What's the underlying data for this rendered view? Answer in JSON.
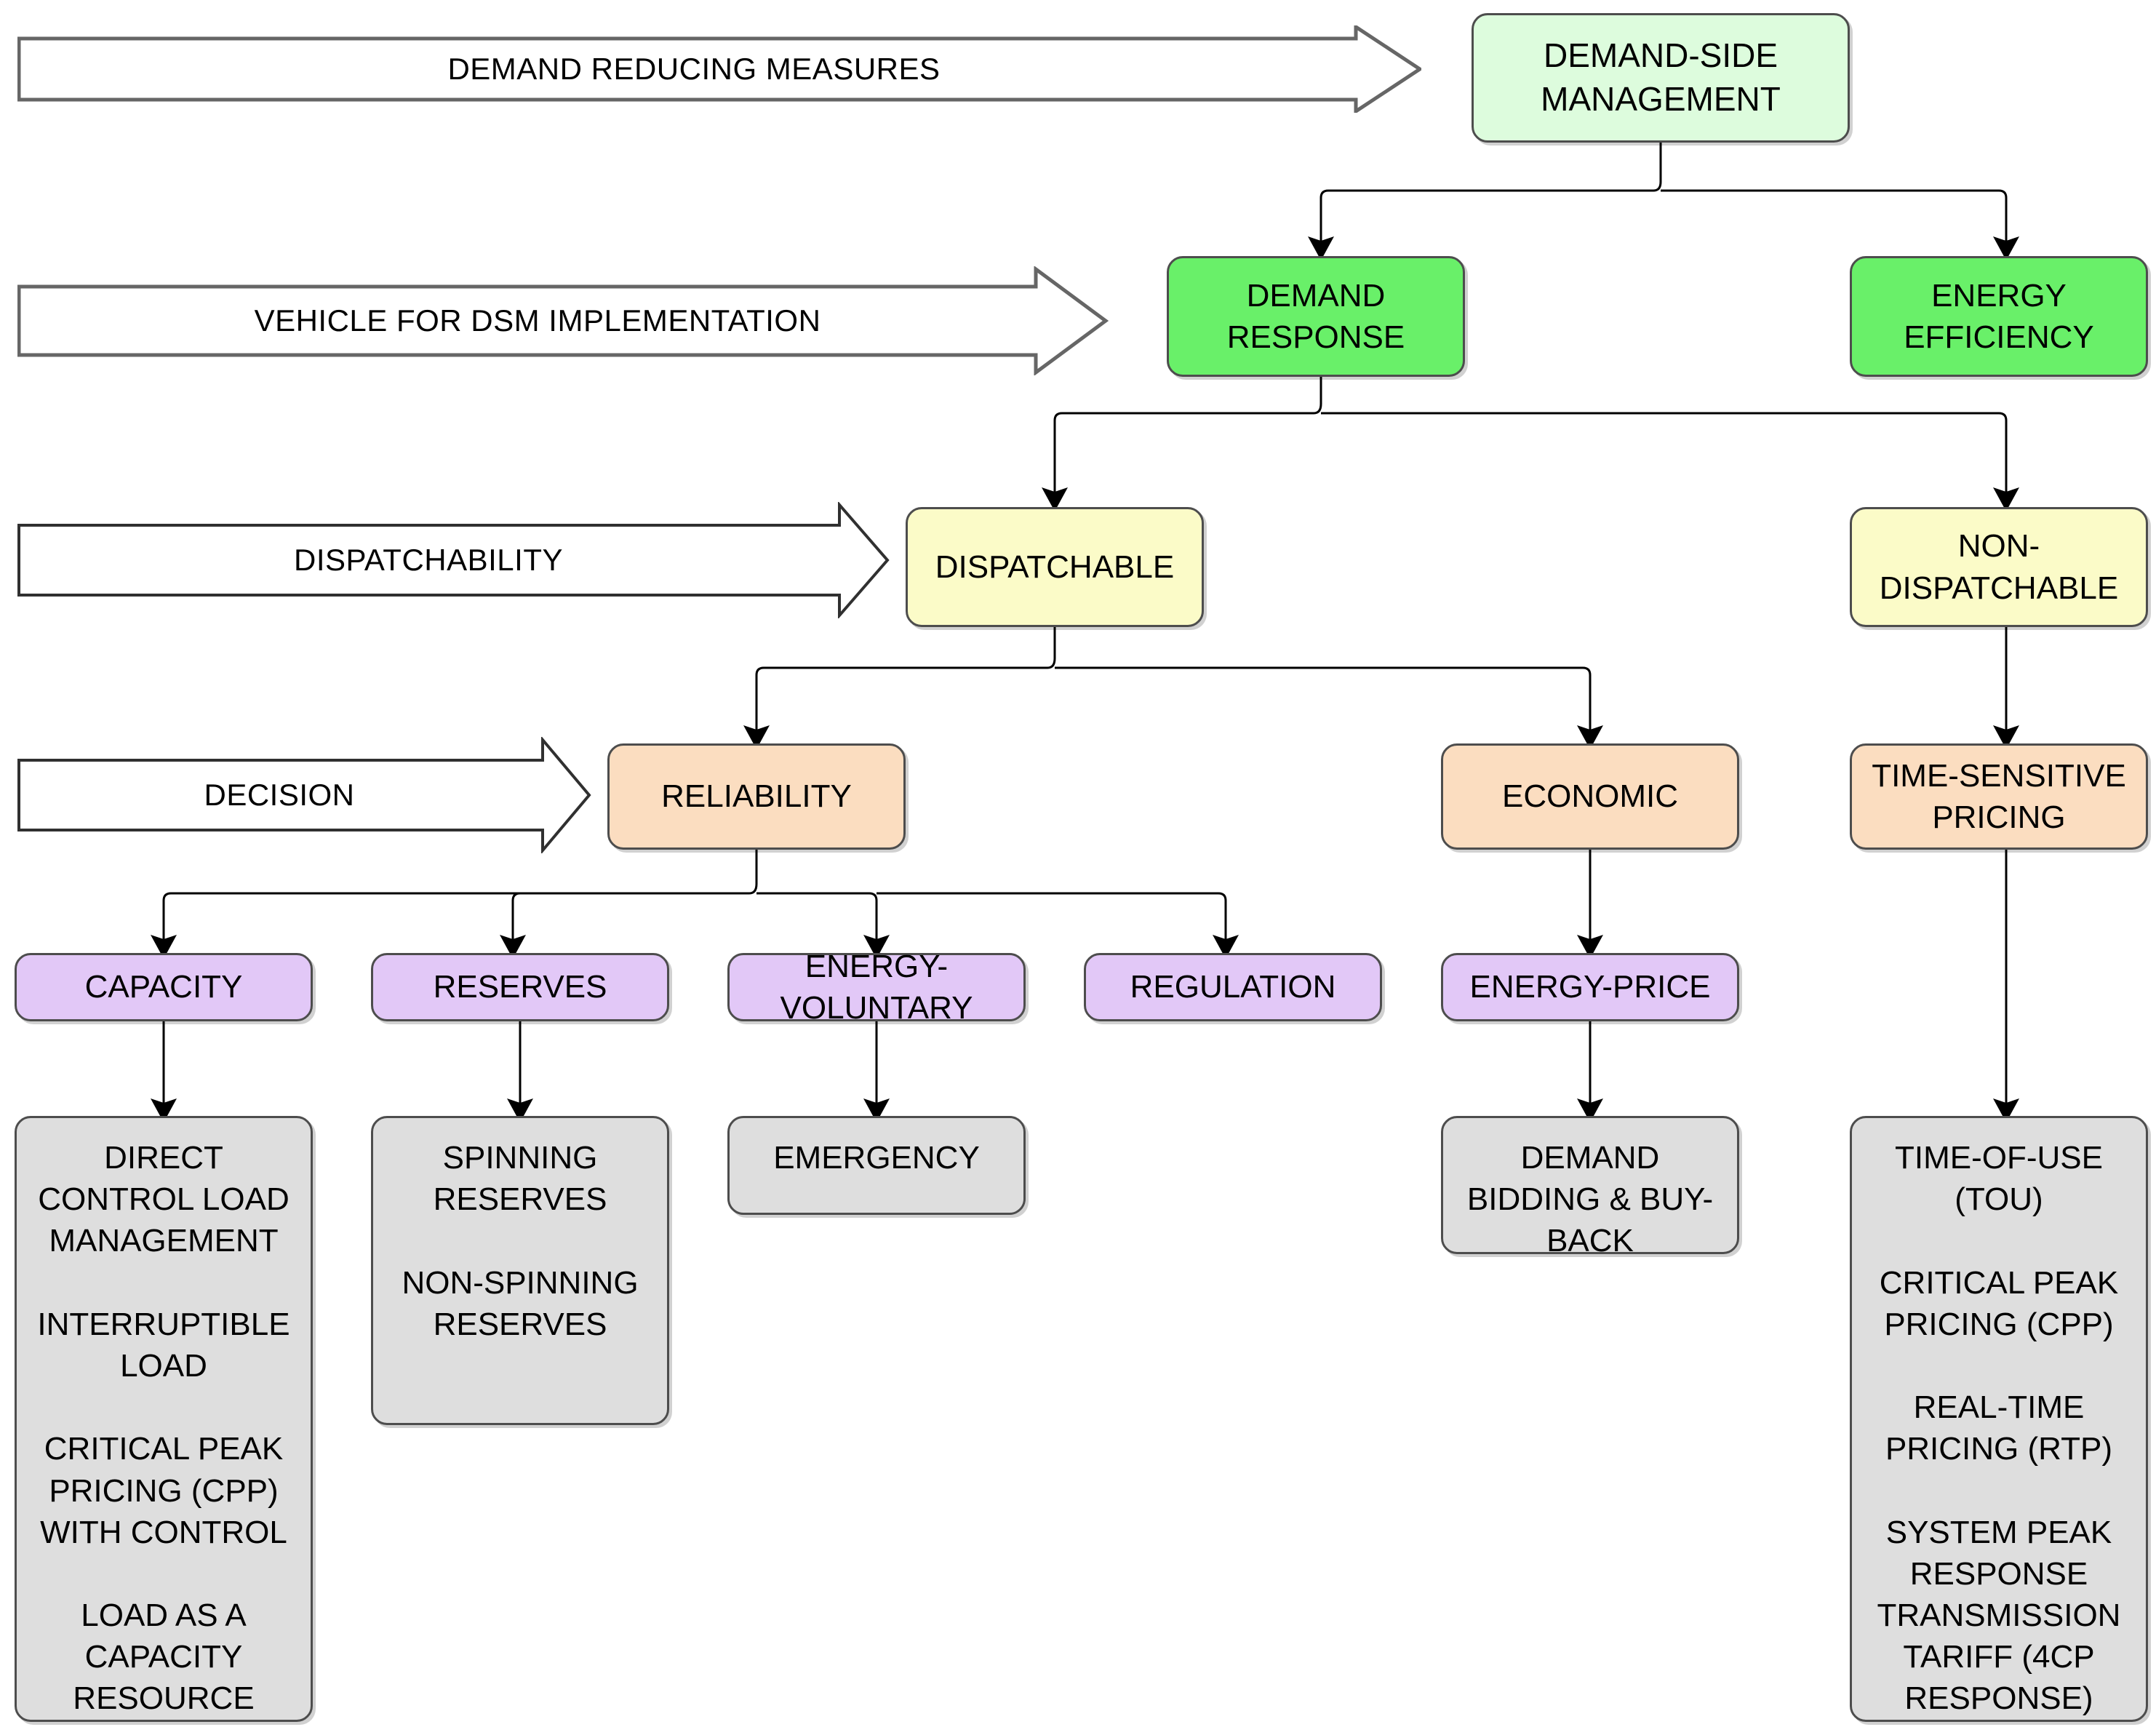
{
  "diagram": {
    "title": "Demand-Side Management taxonomy",
    "banners": [
      {
        "id": "demand-reducing-measures",
        "label": "DEMAND REDUCING MEASURES"
      },
      {
        "id": "vehicle-for-dsm-implementation",
        "label": "VEHICLE FOR DSM IMPLEMENTATION"
      },
      {
        "id": "dispatchability",
        "label": "DISPATCHABILITY"
      },
      {
        "id": "decision",
        "label": "DECISION"
      }
    ],
    "nodes": {
      "dsm": {
        "label": "DEMAND-SIDE\nMANAGEMENT",
        "color": "#ddfcdd"
      },
      "demand_response": {
        "label": "DEMAND\nRESPONSE",
        "color": "#69f069"
      },
      "energy_efficiency": {
        "label": "ENERGY\nEFFICIENCY",
        "color": "#69f069"
      },
      "dispatchable": {
        "label": "DISPATCHABLE",
        "color": "#fbfbc8"
      },
      "non_dispatchable": {
        "label": "NON-\nDISPATCHABLE",
        "color": "#fbfbc8"
      },
      "reliability": {
        "label": "RELIABILITY",
        "color": "#fbddc0"
      },
      "economic": {
        "label": "ECONOMIC",
        "color": "#fbddc0"
      },
      "time_sensitive_pricing": {
        "label": "TIME-SENSITIVE\nPRICING",
        "color": "#fbddc0"
      },
      "capacity": {
        "label": "CAPACITY",
        "color": "#e2c8f7"
      },
      "reserves": {
        "label": "RESERVES",
        "color": "#e2c8f7"
      },
      "energy_voluntary": {
        "label": "ENERGY-\nVOLUNTARY",
        "color": "#e2c8f7"
      },
      "regulation": {
        "label": "REGULATION",
        "color": "#e2c8f7"
      },
      "energy_price": {
        "label": "ENERGY-PRICE",
        "color": "#e2c8f7"
      },
      "capacity_leaf": {
        "label": "DIRECT\nCONTROL LOAD\nMANAGEMENT\n\nINTERRUPTIBLE\nLOAD\n\nCRITICAL PEAK\nPRICING (CPP)\nWITH CONTROL\n\nLOAD AS A\nCAPACITY\nRESOURCE",
        "color": "#dedede"
      },
      "reserves_leaf": {
        "label": "SPINNING\nRESERVES\n\nNON-SPINNING\nRESERVES",
        "color": "#dedede"
      },
      "energy_voluntary_leaf": {
        "label": "EMERGENCY",
        "color": "#dedede"
      },
      "energy_price_leaf": {
        "label": "DEMAND\nBIDDING & BUY-\nBACK",
        "color": "#dedede"
      },
      "time_sensitive_leaf": {
        "label": "TIME-OF-USE\n(TOU)\n\nCRITICAL PEAK\nPRICING (CPP)\n\nREAL-TIME\nPRICING (RTP)\n\nSYSTEM PEAK\nRESPONSE\nTRANSMISSION\nTARIFF (4CP\nRESPONSE)",
        "color": "#dedede"
      }
    },
    "edges": [
      {
        "from": "dsm",
        "to": "demand_response"
      },
      {
        "from": "dsm",
        "to": "energy_efficiency"
      },
      {
        "from": "demand_response",
        "to": "dispatchable"
      },
      {
        "from": "demand_response",
        "to": "non_dispatchable"
      },
      {
        "from": "dispatchable",
        "to": "reliability"
      },
      {
        "from": "dispatchable",
        "to": "economic"
      },
      {
        "from": "non_dispatchable",
        "to": "time_sensitive_pricing"
      },
      {
        "from": "reliability",
        "to": "capacity"
      },
      {
        "from": "reliability",
        "to": "reserves"
      },
      {
        "from": "reliability",
        "to": "energy_voluntary"
      },
      {
        "from": "reliability",
        "to": "regulation"
      },
      {
        "from": "economic",
        "to": "energy_price"
      },
      {
        "from": "capacity",
        "to": "capacity_leaf"
      },
      {
        "from": "reserves",
        "to": "reserves_leaf"
      },
      {
        "from": "energy_voluntary",
        "to": "energy_voluntary_leaf"
      },
      {
        "from": "energy_price",
        "to": "energy_price_leaf"
      },
      {
        "from": "time_sensitive_pricing",
        "to": "time_sensitive_leaf"
      }
    ]
  }
}
